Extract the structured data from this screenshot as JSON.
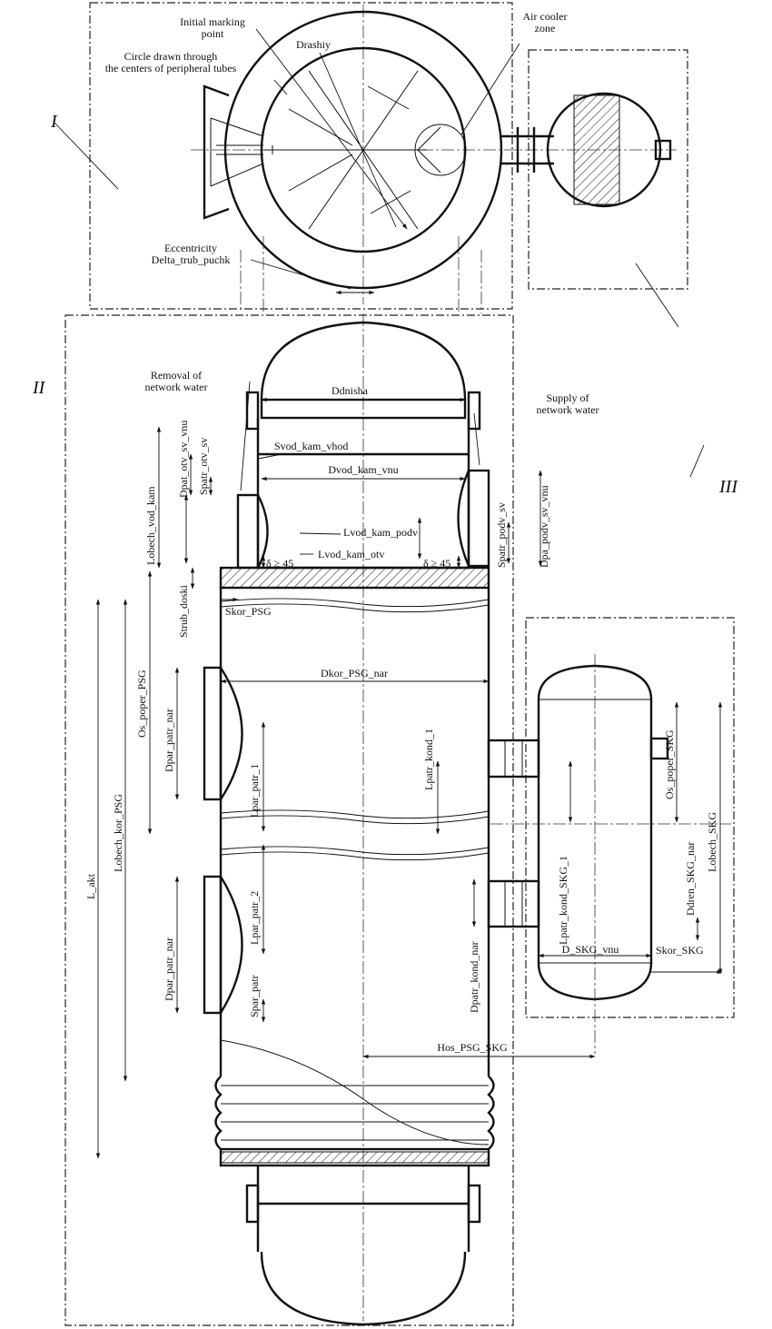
{
  "zones": {
    "z1": "I",
    "z2": "II",
    "z3": "III"
  },
  "top_view": {
    "initial_marking": "Initial marking\npoint",
    "circle_label": "Circle drawn through\nthe centers of peripheral tubes",
    "drashiy": "Drashiy",
    "air_cooler": "Air cooler\nzone",
    "eccentricity": "Eccentricity\nDelta_trub_puchk"
  },
  "water_chamber": {
    "removal": "Removal of\nnetwork water",
    "supply": "Supply of\nnetwork water",
    "ddnisha": "Ddnisha",
    "dpat_otv": "Dpat_otv_sv_vnu",
    "spatr_otv": "Spatr_otv_sv",
    "svod_kam_vhod": "Svod_kam_vhod",
    "dvod_kam_vnu": "Dvod_kam_vnu",
    "lobech_vod_kam": "Lobech_vod_kam",
    "lvod_kam_podv": "Lvod_kam_podv",
    "lvod_kam_otv": "Lvod_kam_otv",
    "delta_left": "δ ≥ 45",
    "delta_right": "δ ≥ 45",
    "spatr_podv": "Spatr_podv_sv",
    "dpa_podv": "Dpa_podv_sv_vnu"
  },
  "heater": {
    "skor_psg": "Skor_PSG",
    "strub_doski": "Strub_doski",
    "dkor_psg_nar": "Dkor_PSG_nar",
    "os_poper_psg": "Os_poper_PSG",
    "dpar_patr_nar_1": "Dpar_patr_nar",
    "lpar_patr_1": "Lpar_patr_1",
    "lpatr_kond_1": "Lpatr_kond_1",
    "lpar_patr_2": "Lpar_patr_2",
    "dpar_patr_nar_2": "Dpar_patr_nar",
    "spar_patr": "Spar_patr",
    "dpatr_kond_nar": "Dpatr_kond_nar",
    "l_akt": "L_akt",
    "lobech_kor_psg": "Lobech_kor_PSG",
    "hos_psg_skg": "Hos_PSG_SKG"
  },
  "collector": {
    "os_poper_skg": "Os_poper_SKG",
    "lobech_skg": "Lobech_SKG",
    "lpatr_kond_skg_1": "Lpatr_kond_SKG_1",
    "ddren_skg_nar": "Ddren_SKG_nar",
    "d_skg_vnu": "D_SKG_vnu",
    "skor_skg": "Skor_SKG"
  }
}
